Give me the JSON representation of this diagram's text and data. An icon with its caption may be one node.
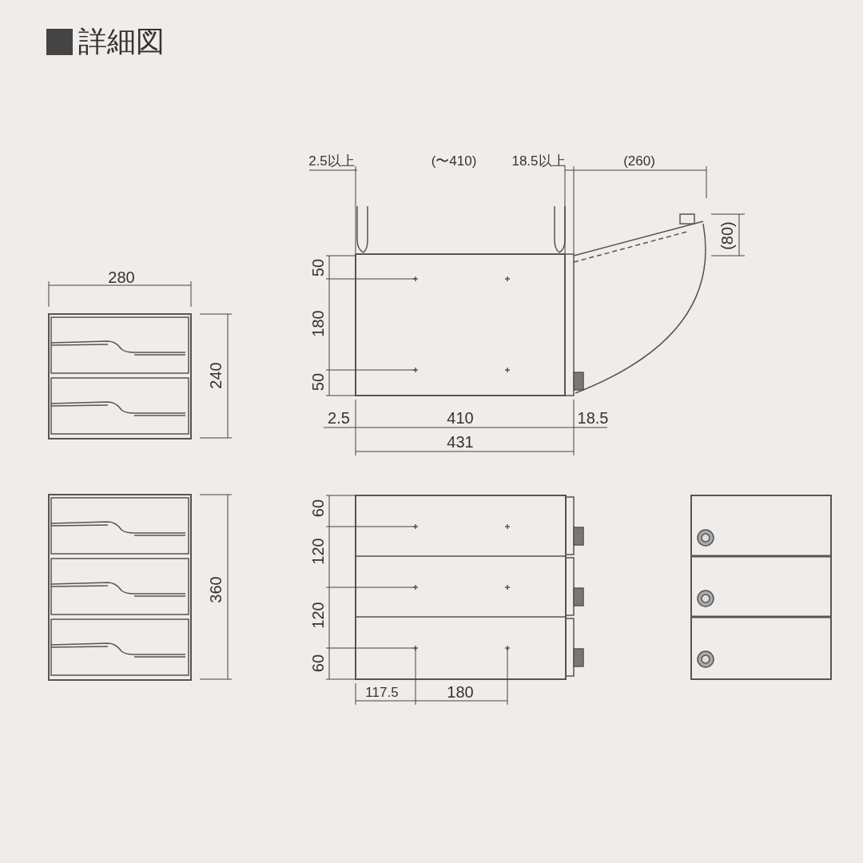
{
  "diagram": {
    "title": "詳細図",
    "labels": [
      "2.5以上",
      "(〜410)",
      "18.5以上",
      "(260)",
      "(80)",
      "50",
      "280",
      "180",
      "240",
      "50",
      "2.5",
      "410",
      "18.5",
      "431",
      "60",
      "120",
      "360",
      "120",
      "60",
      "117.5",
      "180"
    ]
  }
}
